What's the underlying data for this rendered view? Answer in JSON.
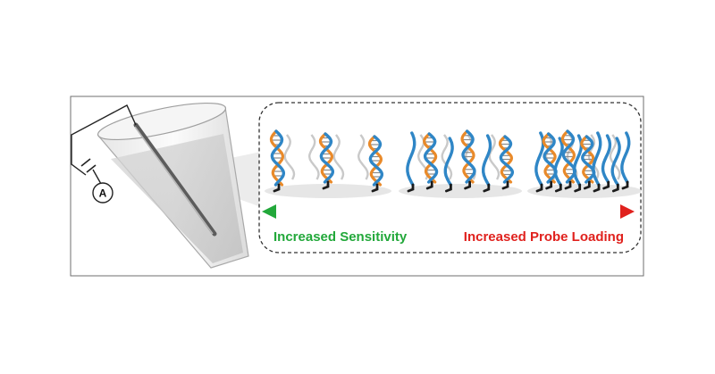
{
  "meter": {
    "symbol": "A"
  },
  "arrow": {
    "left_label": "Increased Sensitivity",
    "right_label": "Increased Probe Loading",
    "left_color": "#22a83a",
    "mid_color": "#f2e21a",
    "right_color": "#e0211d"
  },
  "colors": {
    "strand_blue": "#2f86c6",
    "strand_orange": "#e98a2a",
    "anchor": "#1c1c1c",
    "ghost": "#c9c9c9"
  },
  "groups": [
    {
      "duplexes": 3,
      "single_strands": 0
    },
    {
      "duplexes": 3,
      "single_strands": 3
    },
    {
      "duplexes": 3,
      "single_strands": 7
    }
  ]
}
